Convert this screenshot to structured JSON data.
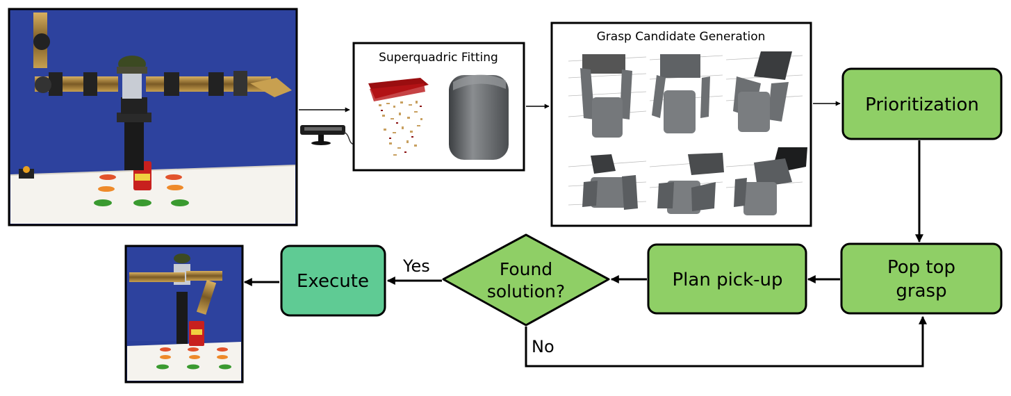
{
  "boxes": {
    "superquadric": "Superquadric Fitting",
    "grasp_generation": "Grasp Candidate Generation",
    "prioritization": "Prioritization",
    "pop_line1": "Pop top",
    "pop_line2": "grasp",
    "plan": "Plan pick-up",
    "decision_line1": "Found",
    "decision_line2": "solution?",
    "execute": "Execute"
  },
  "edges": {
    "yes": "Yes",
    "no": "No"
  },
  "colors": {
    "process_green": "#8fcf66",
    "execute_teal": "#5fcb94",
    "backdrop_blue": "#2a3f9a",
    "table_white": "#f5f3ee",
    "gripper_gray": "#666a6e"
  }
}
